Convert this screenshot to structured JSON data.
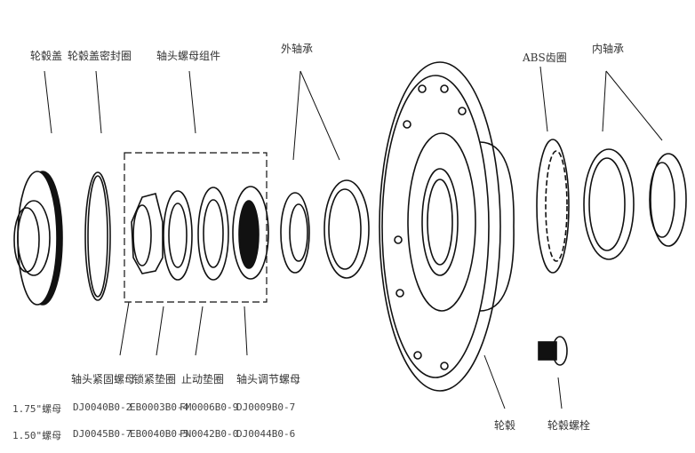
{
  "labels": {
    "hub_cap": "轮毂盖",
    "hub_cap_seal": "轮毂盖密封圈",
    "axle_nut_assembly": "轴头螺母组件",
    "outer_bearing": "外轴承",
    "abs_ring": "ABS齿圈",
    "inner_bearing": "内轴承",
    "hub": "轮毂",
    "hub_bolt": "轮毂螺栓"
  },
  "parts_table": {
    "headers": [
      "轴头紧固螺母",
      "锁紧垫圈",
      "止动垫圈",
      "轴头调节螺母"
    ],
    "rows": [
      {
        "label": "1.75\"螺母",
        "values": [
          "DJ0040B0-2",
          "EB0003B0-4",
          "FM0006B0-9",
          "DJ0009B0-7"
        ]
      },
      {
        "label": "1.50\"螺母",
        "values": [
          "DJ0045B0-7",
          "EB0040B0-5",
          "FN0042B0-0",
          "DJ0044B0-6"
        ]
      }
    ]
  }
}
